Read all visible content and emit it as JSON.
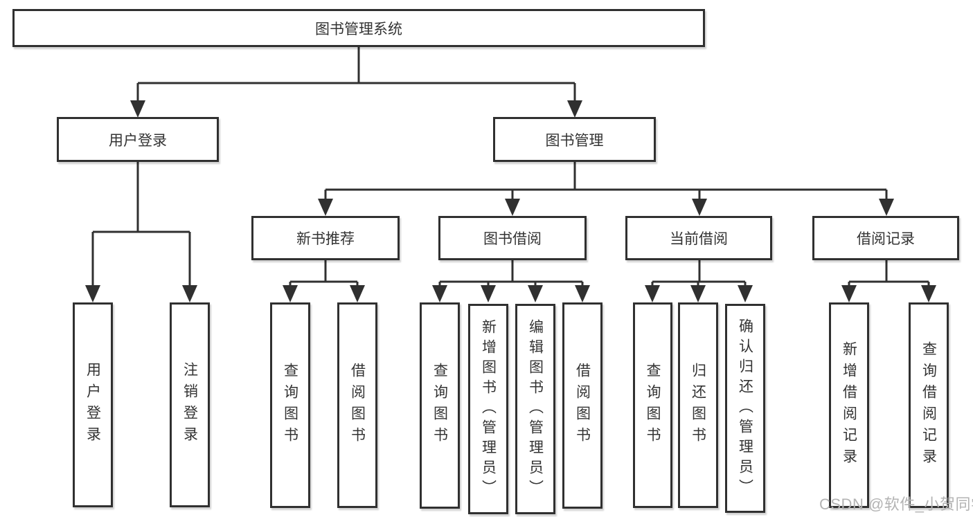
{
  "page": {
    "background": "#ffffff"
  },
  "diagram": {
    "type": "tree",
    "line_color": "#303030",
    "text_color": "#333333",
    "watermark": {
      "text": "CSDN @软件_小贺同学",
      "color": "#b3b3b3"
    },
    "tree": {
      "label": "图书管理系统",
      "children": [
        {
          "label": "用户登录",
          "children": [
            {
              "label": "用户登录"
            },
            {
              "label": "注销登录"
            }
          ]
        },
        {
          "label": "图书管理",
          "children": [
            {
              "label": "新书推荐",
              "children": [
                {
                  "label": "查询图书"
                },
                {
                  "label": "借阅图书"
                }
              ]
            },
            {
              "label": "图书借阅",
              "children": [
                {
                  "label": "查询图书"
                },
                {
                  "label": "新增图书（管理员）"
                },
                {
                  "label": "编辑图书（管理员）"
                },
                {
                  "label": "借阅图书"
                }
              ]
            },
            {
              "label": "当前借阅",
              "children": [
                {
                  "label": "查询图书"
                },
                {
                  "label": "归还图书"
                },
                {
                  "label": "确认归还（管理员）"
                }
              ]
            },
            {
              "label": "借阅记录",
              "children": [
                {
                  "label": "新增借阅记录"
                },
                {
                  "label": "查询借阅记录"
                }
              ]
            }
          ]
        }
      ]
    }
  }
}
